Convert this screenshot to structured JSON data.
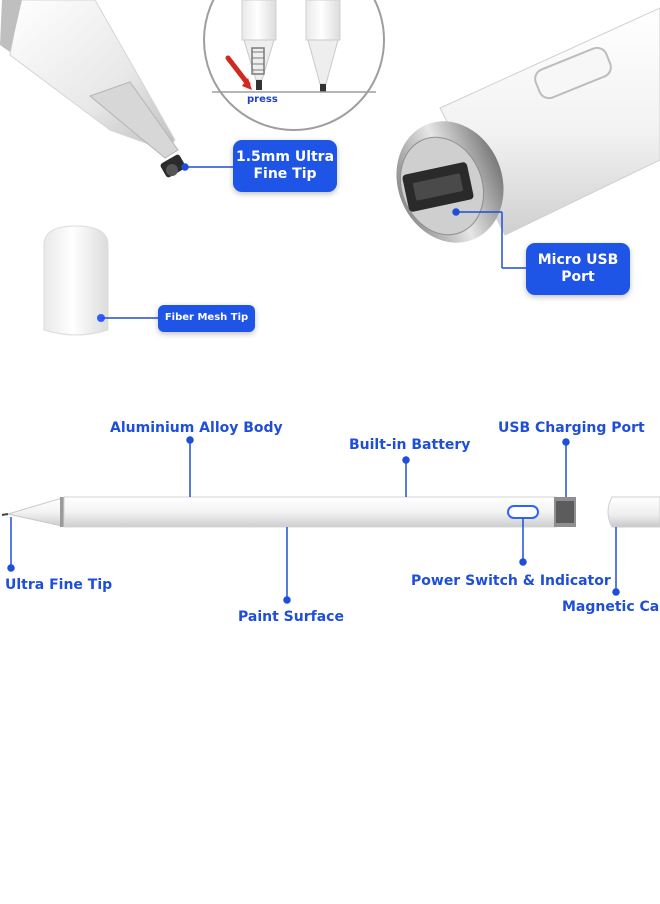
{
  "colors": {
    "callout_fill": "#1f55e6",
    "label_text": "#1f4fd8",
    "leader_line": "#1f4fd8",
    "pen_body": "#f4f4f4",
    "pen_band": "#a9a9a9"
  },
  "top_section": {
    "press_label": "press",
    "callouts": {
      "fine_tip": "1.5mm Ultra\nFine Tip",
      "micro_usb": "Micro USB\nPort",
      "fiber_mesh": "Fiber Mesh Tip"
    }
  },
  "diagram": {
    "labels": {
      "aluminium_body": "Aluminium Alloy Body",
      "built_in_battery": "Built-in Battery",
      "usb_charging_port": "USB Charging Port",
      "ultra_fine_tip": "Ultra Fine Tip",
      "power_switch": "Power Switch & Indicator",
      "paint_surface": "Paint Surface",
      "magnetic_cap": "Magnetic Cap"
    }
  }
}
